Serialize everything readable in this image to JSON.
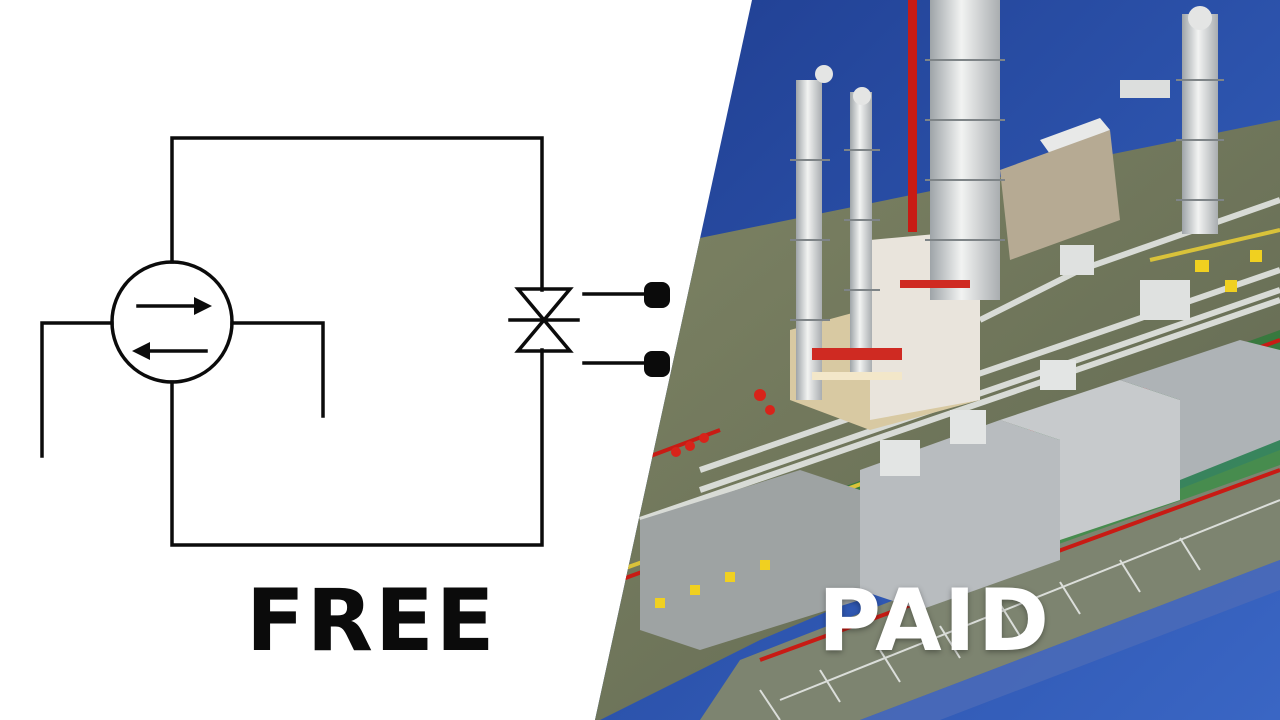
{
  "thumbnail": {
    "left_label": "FREE",
    "right_label": "PAID"
  },
  "colors": {
    "left_background": "#ffffff",
    "schematic_stroke": "#0b0b0b",
    "right_background": "#2a4a9a",
    "deck": "#6f7659",
    "flare_stack": "#c81b14",
    "label_right": "#ffffff"
  },
  "icons": {
    "pump_symbol": "circulation-pump-icon",
    "valve_symbol": "gate-valve-icon",
    "plant_model": "offshore-process-plant-3d-model"
  }
}
